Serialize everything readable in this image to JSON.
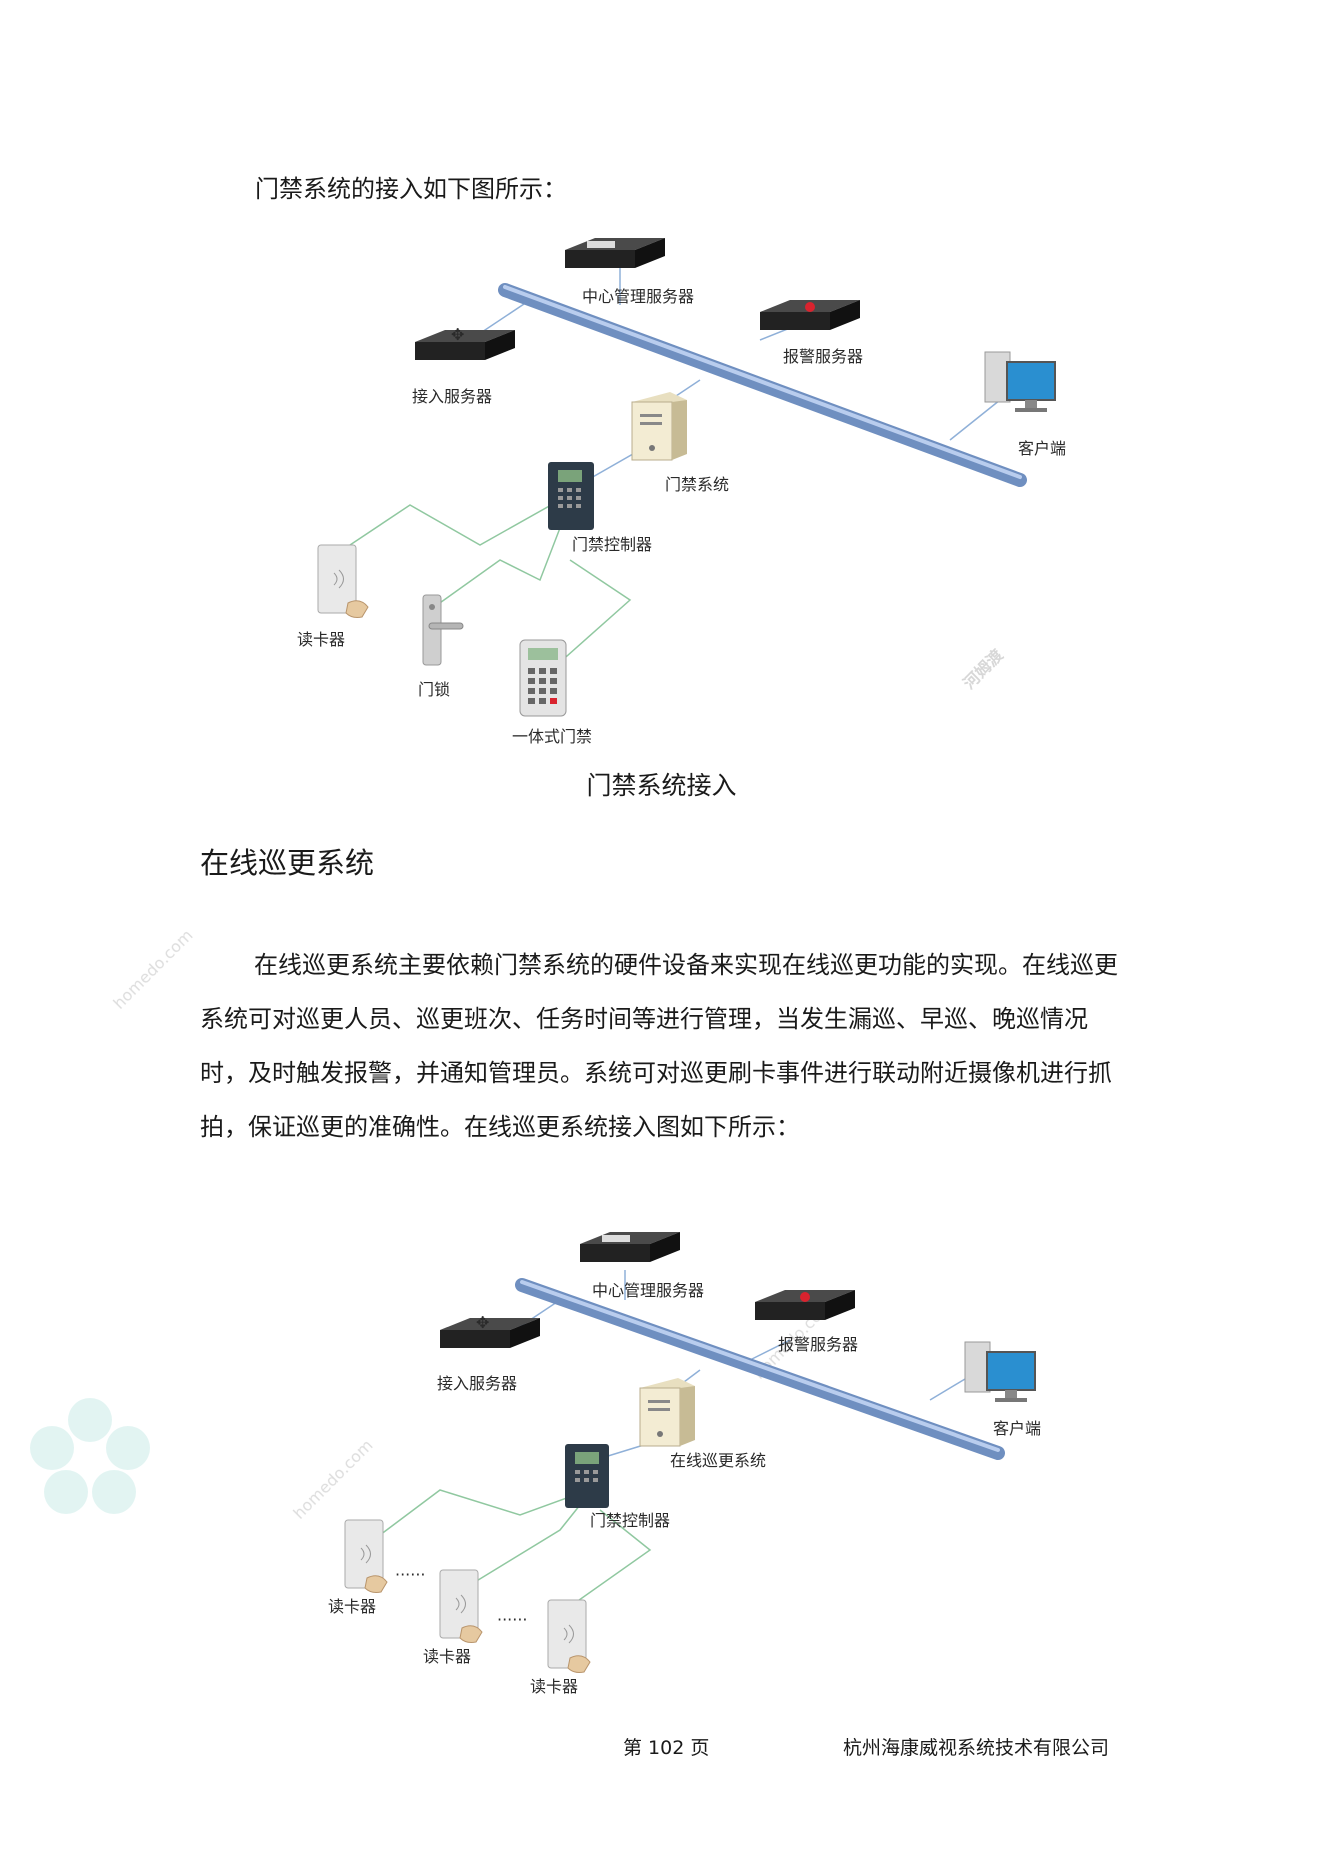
{
  "intro_text": "门禁系统的接入如下图所示：",
  "diagram1": {
    "labels": {
      "central_server": "中心管理服务器",
      "alarm_server": "报警服务器",
      "access_server": "接入服务器",
      "system": "门禁系统",
      "client": "客户端",
      "controller": "门禁控制器",
      "card_reader": "读卡器",
      "door_lock": "门锁",
      "integrated": "一体式门禁"
    },
    "caption": "门禁系统接入"
  },
  "section_heading": "在线巡更系统",
  "body_text": "在线巡更系统主要依赖门禁系统的硬件设备来实现在线巡更功能的实现。在线巡更系统可对巡更人员、巡更班次、任务时间等进行管理，当发生漏巡、早巡、晚巡情况时，及时触发报警，并通知管理员。系统可对巡更刷卡事件进行联动附近摄像机进行抓拍，保证巡更的准确性。在线巡更系统接入图如下所示：",
  "diagram2": {
    "labels": {
      "central_server": "中心管理服务器",
      "alarm_server": "报警服务器",
      "access_server": "接入服务器",
      "system": "在线巡更系统",
      "client": "客户端",
      "controller": "门禁控制器",
      "reader1": "读卡器",
      "reader2": "读卡器",
      "reader3": "读卡器",
      "dots1": "······",
      "dots2": "······"
    }
  },
  "footer": {
    "page": "第 102 页",
    "company": "杭州海康威视系统技术有限公司"
  },
  "watermark": {
    "text_latin": "homedo.com",
    "text_cjk": "河姆渡"
  }
}
